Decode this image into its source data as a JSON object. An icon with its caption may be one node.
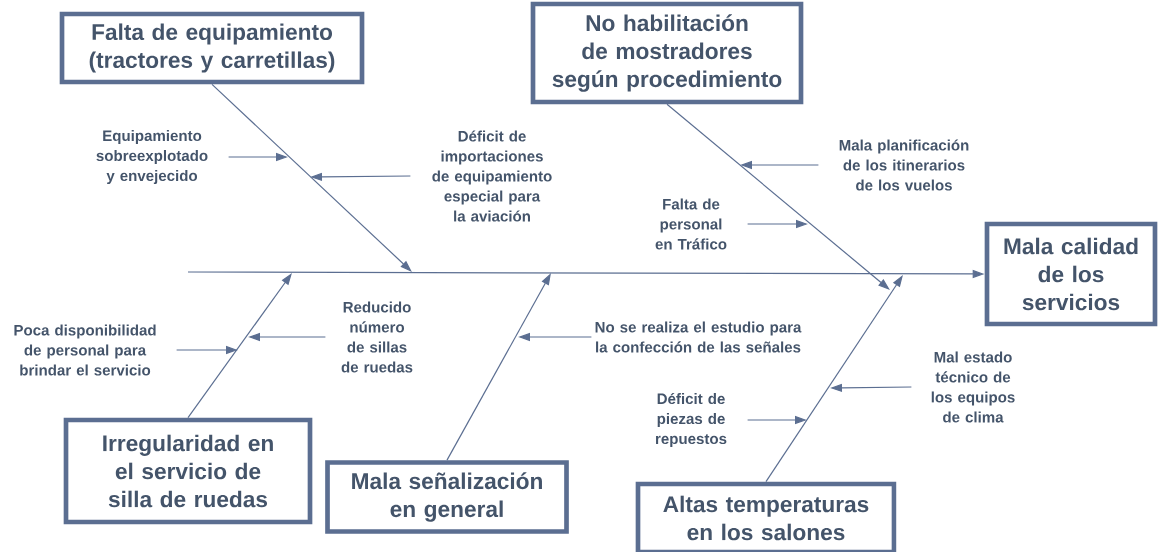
{
  "diagram": {
    "nodes": [
      {
        "text": [
          "Falta de equipamiento (tractores y carretillas)"
        ]
      },
      {
        "text": [
          "No habilitación de mostradores según procedimiento"
        ]
      },
      {
        "text": [
          "Mala calidad de los servicios"
        ]
      },
      {
        "text": [
          "Irregularidad en el servicio de silla de ruedas"
        ]
      },
      {
        "text": [
          "Mala señalización en general"
        ]
      },
      {
        "text": [
          "Altas temperaturas en los salones"
        ]
      },
      {
        "text": [
          "Equipamiento sobreexplotado y envejecido"
        ]
      },
      {
        "text": [
          "Déficit de importaciones de equipamiento especial para la aviación"
        ]
      },
      {
        "text": [
          "Mala planificación de los itinerarios de los vuelos"
        ]
      },
      {
        "text": [
          "Falta de personal en Tráfico"
        ]
      },
      {
        "text": [
          "Poca disponibilidad de personal para brindar el servicio"
        ]
      },
      {
        "text": [
          "Reducido número de sillas de ruedas"
        ]
      },
      {
        "text": [
          "No se realiza el estudio para la confección de las señales"
        ]
      },
      {
        "text": [
          "Déficit de piezas de repuestos"
        ]
      },
      {
        "text": [
          "Mal estado técnico de los equipos de clima"
        ]
      }
    ],
    "edges": [
      {
        "from": null,
        "to": 2,
        "arrow": "to"
      },
      {
        "from": 0,
        "to": null,
        "arrow": "to"
      },
      {
        "from": 1,
        "to": null,
        "arrow": "to"
      },
      {
        "from": 3,
        "to": null,
        "arrow": "to"
      },
      {
        "from": 4,
        "to": null,
        "arrow": "to"
      },
      {
        "from": 5,
        "to": null,
        "arrow": "to"
      },
      {
        "from": 6,
        "to": null,
        "arrow": "to"
      },
      {
        "from": 7,
        "to": null,
        "arrow": "to"
      },
      {
        "from": 8,
        "to": null,
        "arrow": "to"
      },
      {
        "from": 9,
        "to": null,
        "arrow": "to"
      },
      {
        "from": 10,
        "to": null,
        "arrow": "to"
      },
      {
        "from": 11,
        "to": null,
        "arrow": "to"
      },
      {
        "from": 12,
        "to": null,
        "arrow": "to"
      },
      {
        "from": 13,
        "to": null,
        "arrow": "to"
      },
      {
        "from": 14,
        "to": null,
        "arrow": "to"
      }
    ]
  }
}
